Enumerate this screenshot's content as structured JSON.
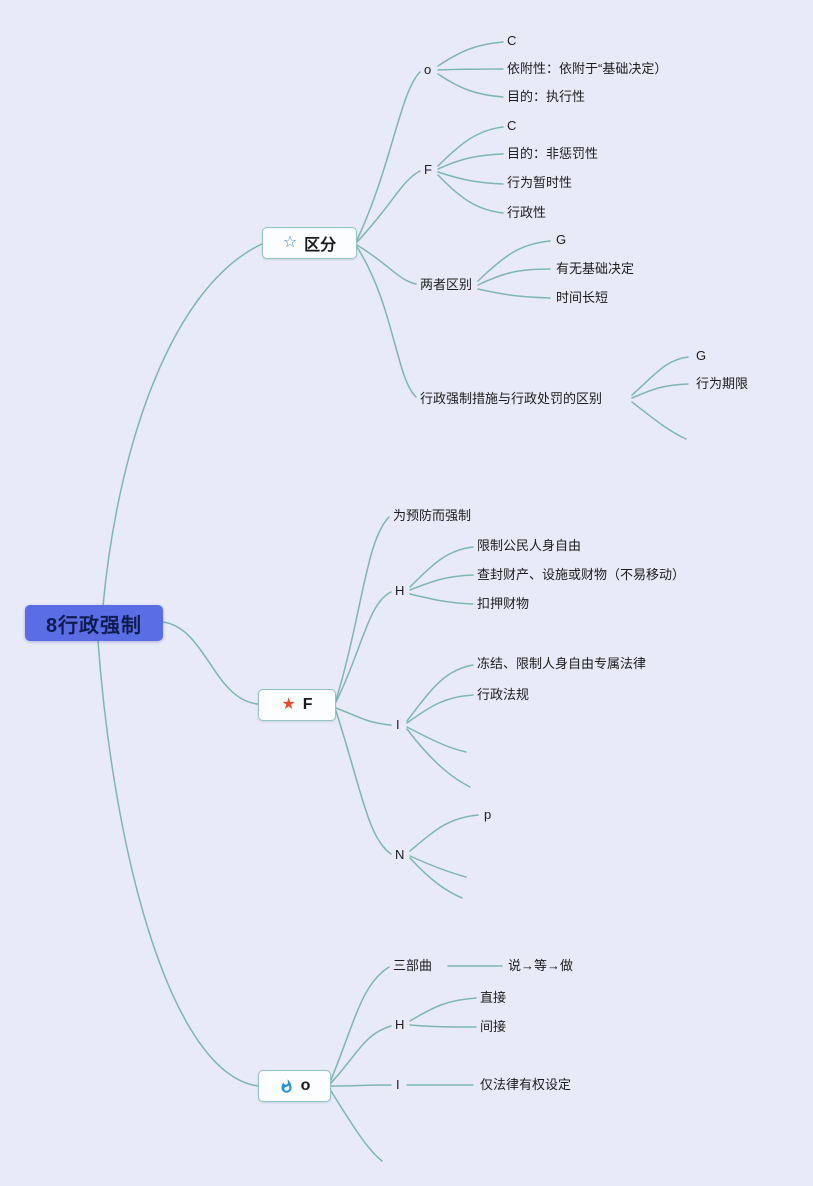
{
  "canvas": {
    "background_color": "#e9eaf8",
    "connector_color": "#7fb6af"
  },
  "root": {
    "label": "8行政强制",
    "background_color": "#5b6de4"
  },
  "branches": [
    {
      "label": "区分",
      "icon": "star-outline-icon",
      "icon_glyph": "☆",
      "icon_color": "#3f8fd9",
      "nodes": [
        {
          "label": "o",
          "children": [
            "C",
            "依附性：依附于“基础决定）",
            "目的：执行性"
          ]
        },
        {
          "label": "F",
          "children": [
            "C",
            "目的：非惩罚性",
            "行为暂时性",
            "行政性"
          ]
        },
        {
          "label": "两者区别",
          "children": [
            "G",
            "有无基础决定",
            "时间长短"
          ]
        },
        {
          "label": "行政强制措施与行政处罚的区别",
          "children": [
            "G",
            "行为期限"
          ]
        }
      ]
    },
    {
      "label": "F",
      "icon": "star-filled-icon",
      "icon_glyph": "★",
      "icon_color": "#e4502e",
      "nodes": [
        {
          "label": "为预防而强制",
          "children": []
        },
        {
          "label": "H",
          "children": [
            "限制公民人身自由",
            "查封财产、设施或财物（不易移动）",
            "扣押财物"
          ]
        },
        {
          "label": "I",
          "children": [
            "冻结、限制人身自由专属法律",
            "行政法规"
          ]
        },
        {
          "label": "N",
          "children": [
            "p"
          ]
        }
      ]
    },
    {
      "label": "o",
      "icon": "flame-icon",
      "icon_color": "#2b8fe8",
      "nodes": [
        {
          "label": "三部曲",
          "children": [
            "说→等→做"
          ]
        },
        {
          "label": "H",
          "children": [
            "直接",
            "间接"
          ]
        },
        {
          "label": "I",
          "children": [
            "仅法律有权设定"
          ]
        }
      ]
    }
  ]
}
